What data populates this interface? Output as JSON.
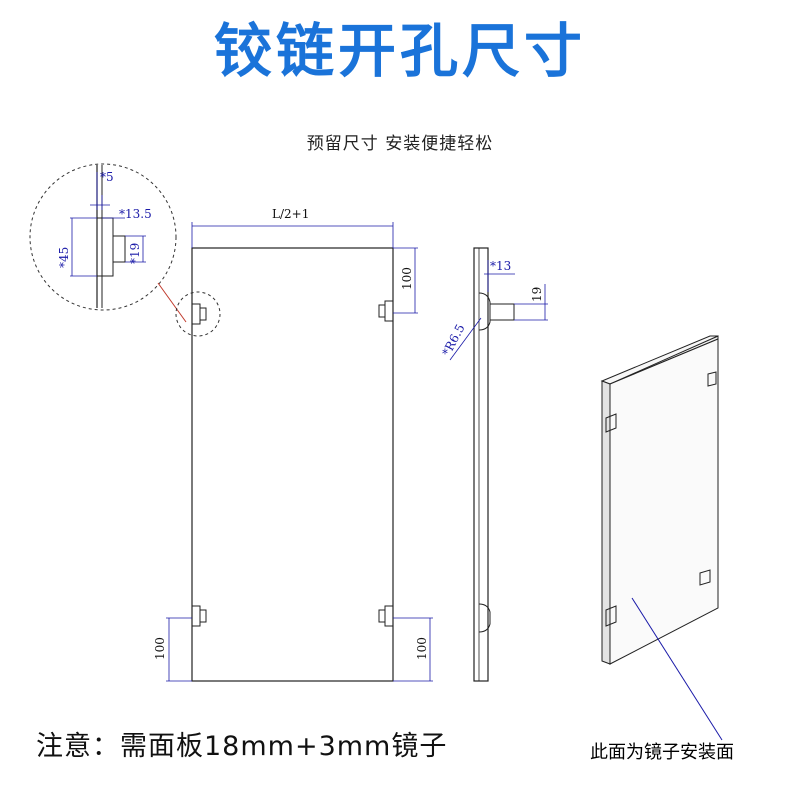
{
  "title": "铰链开孔尺寸",
  "subtitle": "预留尺寸 安装便捷轻松",
  "note": "注意：需面板18mm+3mm镜子",
  "mirror_label": "此面为镜子安装面",
  "colors": {
    "title": "#1a73d9",
    "dimension": "#1a1aa8",
    "line": "#222222",
    "leader": "#c0392b"
  },
  "detail_dims": {
    "d5": "*5",
    "d13_5": "*13.5",
    "d45": "*45",
    "d19": "*19"
  },
  "front_dims": {
    "width": "L/2+1",
    "top_right": "100",
    "bottom_left": "100",
    "bottom_right": "100"
  },
  "side_dims": {
    "d13": "*13",
    "d19": "19",
    "r6_5": "*R6.5"
  }
}
